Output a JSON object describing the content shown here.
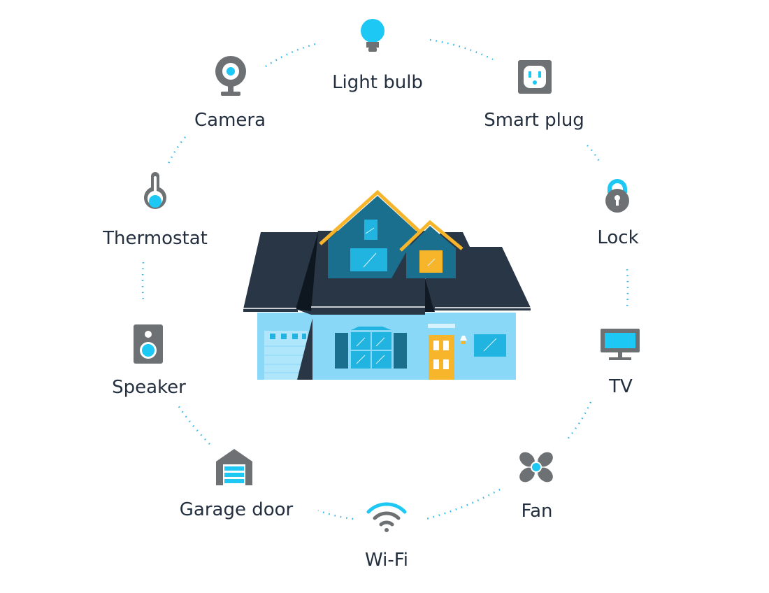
{
  "devices": [
    {
      "id": "light-bulb",
      "label": "Light bulb",
      "icon": "light-bulb-icon"
    },
    {
      "id": "smart-plug",
      "label": "Smart plug",
      "icon": "smart-plug-icon"
    },
    {
      "id": "lock",
      "label": "Lock",
      "icon": "lock-icon"
    },
    {
      "id": "tv",
      "label": "TV",
      "icon": "tv-icon"
    },
    {
      "id": "fan",
      "label": "Fan",
      "icon": "fan-icon"
    },
    {
      "id": "wifi",
      "label": "Wi-Fi",
      "icon": "wifi-icon"
    },
    {
      "id": "garage-door",
      "label": "Garage door",
      "icon": "garage-door-icon"
    },
    {
      "id": "speaker",
      "label": "Speaker",
      "icon": "speaker-icon"
    },
    {
      "id": "thermostat",
      "label": "Thermostat",
      "icon": "thermostat-icon"
    },
    {
      "id": "camera",
      "label": "Camera",
      "icon": "camera-icon"
    }
  ],
  "colors": {
    "accent": "#1ec8f4",
    "icon_gray": "#6e7173",
    "roof": "#283646",
    "gable": "#1a6e8e",
    "wall": "#8ad8f8",
    "trim": "#f7b52c",
    "text": "#232f3e"
  }
}
